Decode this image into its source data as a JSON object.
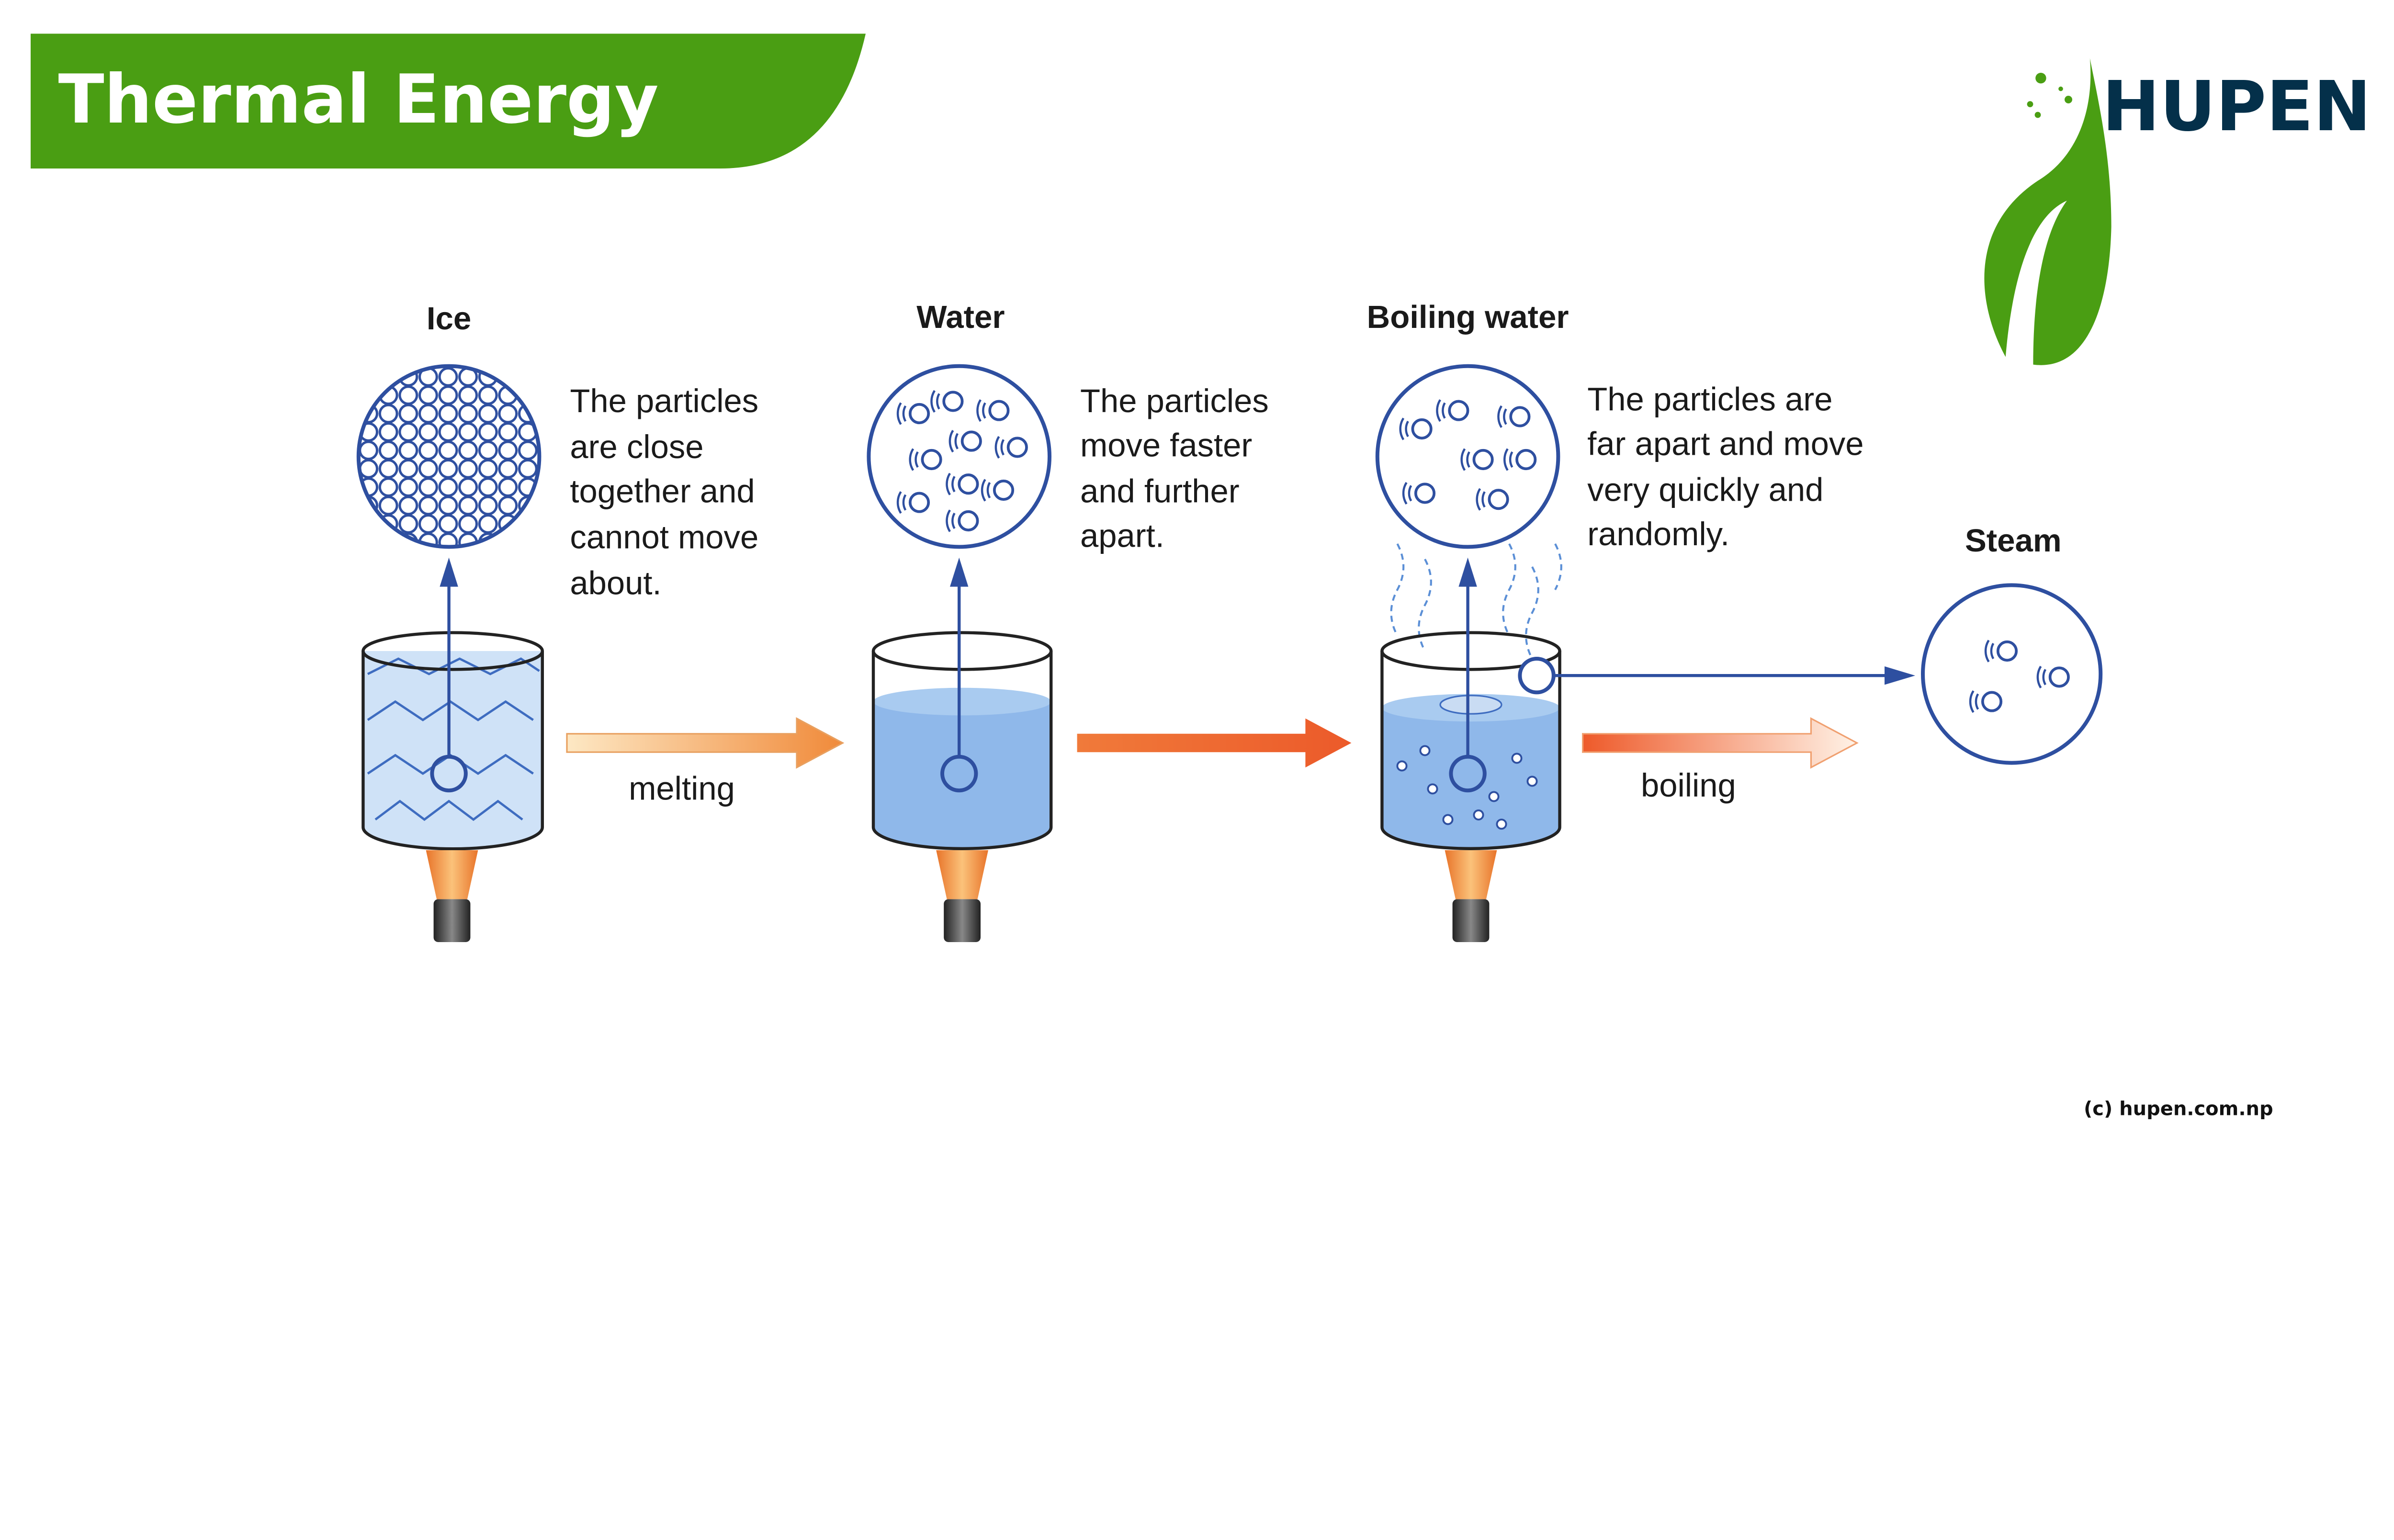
{
  "header": {
    "title": "Thermal Energy",
    "banner_color": "#4a9e13"
  },
  "logo": {
    "text": "HUPEN",
    "text_color": "#04304a",
    "leaf_color": "#4a9e13",
    "icon": "leaf-icon"
  },
  "stages": [
    {
      "label": "Ice",
      "description": [
        "The particles",
        "are close",
        "together and",
        "cannot move",
        "about."
      ]
    },
    {
      "label": "Water",
      "description": [
        "The particles",
        "move faster",
        "and further",
        "apart."
      ]
    },
    {
      "label": "Boiling water",
      "description": [
        "The particles are",
        "far apart and move",
        "very quickly and",
        "randomly."
      ]
    },
    {
      "label": "Steam"
    }
  ],
  "processes": {
    "melting": "melting",
    "boiling": "boiling"
  },
  "colors": {
    "particle_blue": "#2e4fa0",
    "water_blue": "#8fb8ea",
    "arrow_orange": "#ee7a3a"
  },
  "footer": {
    "copyright": "(c) hupen.com.np"
  }
}
